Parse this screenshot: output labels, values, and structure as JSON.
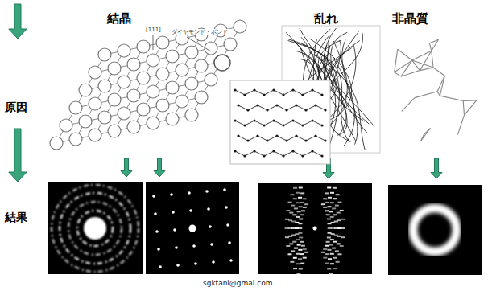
{
  "diagram": {
    "labels": [
      "結晶",
      "乱れ",
      "非晶質",
      "原因",
      "結果",
      "[111]",
      "ダイヤモンド・ボンド",
      "sgktani@gmai.com"
    ]
  }
}
